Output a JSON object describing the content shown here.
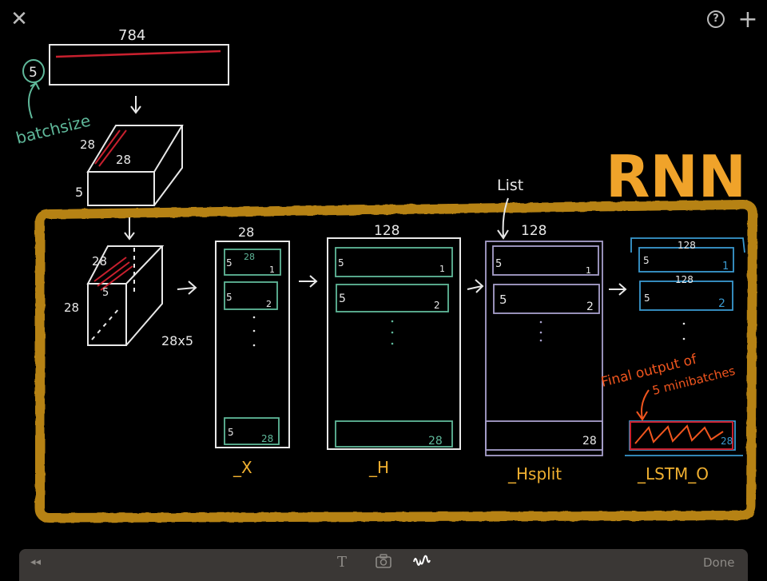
{
  "window": {
    "close_icon": "close-icon",
    "help_icon": "help-icon",
    "add_icon": "plus-icon"
  },
  "toolbar": {
    "rewind_glyph": "◂◂",
    "text_glyph": "T",
    "camera_glyph": "◙",
    "pen_glyph": "ꟿ",
    "done_label": "Done"
  },
  "colors": {
    "frame": "#d49a1c",
    "title": "#f0a32a",
    "chalk": "#e8e8e8",
    "red": "#c8202e",
    "teal": "#5fb89a",
    "lavender": "#a8a0cc",
    "blue": "#3a9ad0",
    "orange": "#f0551e",
    "label": "#f0b030"
  },
  "diagram": {
    "title": "RNN",
    "input_width_label": "784",
    "batch_label": "5",
    "batch_annotation": "batchsize",
    "reshape_box": {
      "dim_a": "28",
      "dim_b": "28",
      "depth": "5"
    },
    "transposed_box": {
      "dim_a": "28",
      "dim_b": "5",
      "height": "28",
      "shape_label": "28x5"
    },
    "list_annotation": "List",
    "final_annotation_line1": "Final output of",
    "final_annotation_line2": "5 minibatches",
    "columns": [
      {
        "name": "_X",
        "width_label": "28",
        "rows": [
          {
            "left": "5",
            "right": "1",
            "inner": "28"
          },
          {
            "left": "5",
            "right": "2"
          },
          {
            "left": "5",
            "right": "28"
          }
        ]
      },
      {
        "name": "_H",
        "width_label": "128",
        "rows": [
          {
            "left": "5",
            "right": "1"
          },
          {
            "left": "5",
            "right": "2"
          },
          {
            "left": "",
            "right": "28"
          }
        ]
      },
      {
        "name": "_Hsplit",
        "width_label": "128",
        "rows": [
          {
            "left": "5",
            "right": "1"
          },
          {
            "left": "5",
            "right": "2"
          },
          {
            "left": "",
            "right": "28"
          }
        ]
      },
      {
        "name": "_LSTM_O",
        "width_label": "128",
        "rows": [
          {
            "left": "5",
            "right": "1",
            "inner": "128"
          },
          {
            "left": "5",
            "right": "2",
            "inner": "128"
          },
          {
            "left": "",
            "right": "28"
          }
        ]
      }
    ]
  }
}
